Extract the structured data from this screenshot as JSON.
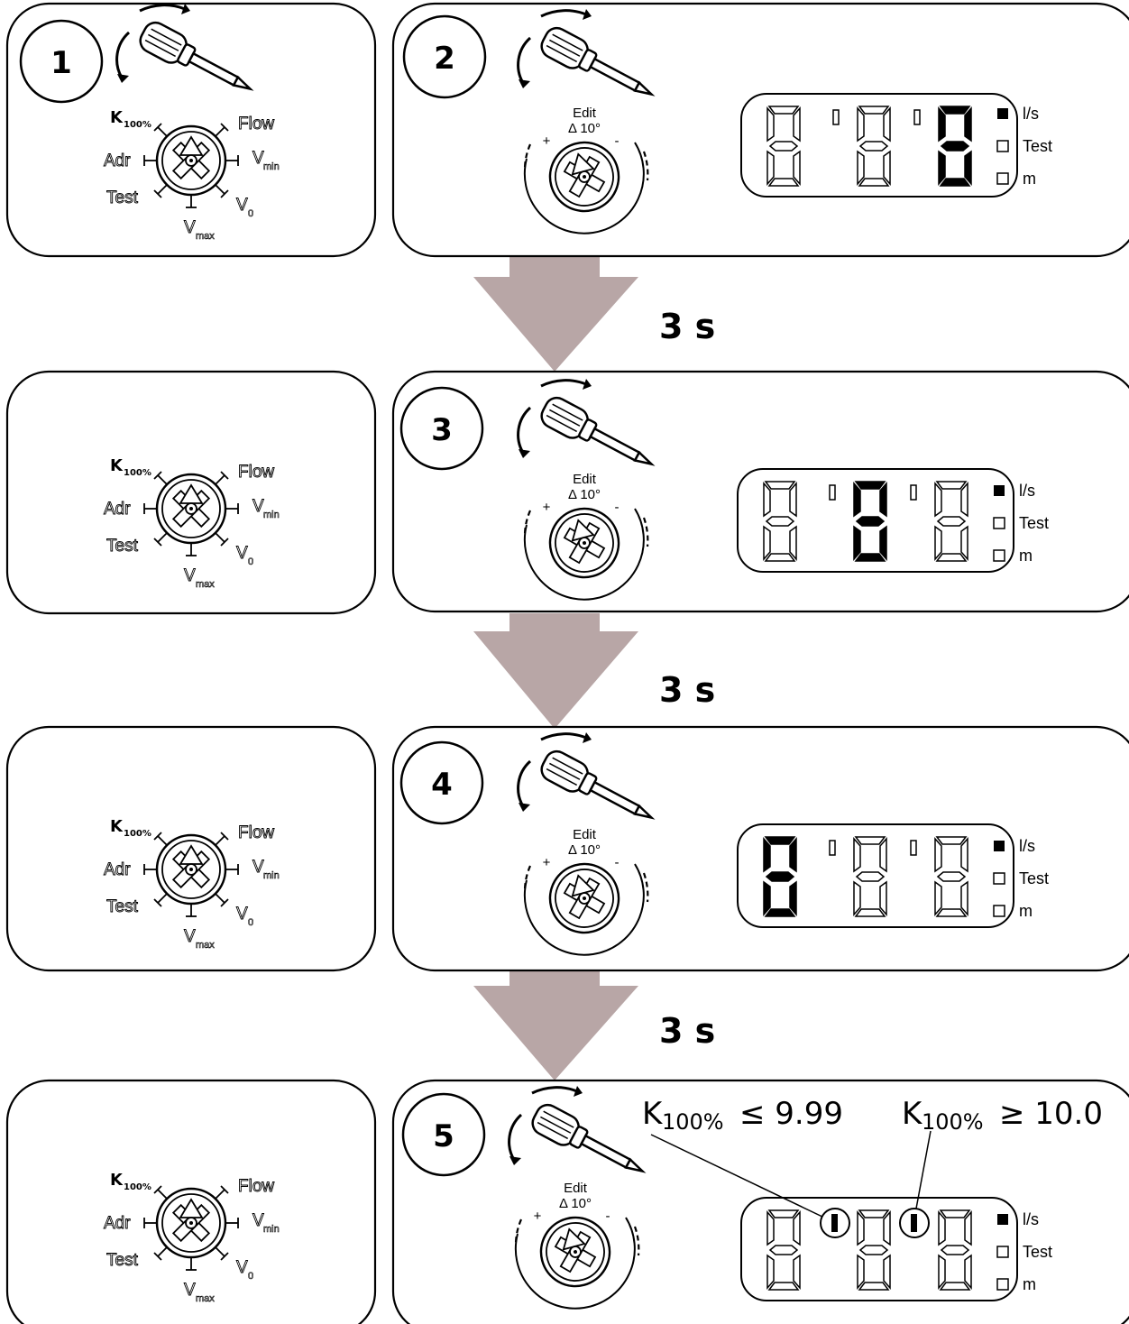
{
  "steps": {
    "s1": "1",
    "s2": "2",
    "s3": "3",
    "s4": "4",
    "s5": "5"
  },
  "delays": [
    "3 s",
    "3 s",
    "3 s"
  ],
  "dial": {
    "k_main": "K",
    "k_sub": "100%",
    "flow": "Flow",
    "adr": "Adr",
    "test": "Test",
    "vmin_main": "V",
    "vmin_sub": "min",
    "v0_main": "V",
    "v0_sub": "0",
    "vmax_main": "V",
    "vmax_sub": "max"
  },
  "edit_knob": {
    "title": "Edit",
    "angle": "Δ 10°",
    "plus": "+",
    "minus": "-"
  },
  "display": {
    "units": [
      "l/s",
      "Test",
      "m"
    ],
    "active_unit": "l/s",
    "active_digit_by_step": {
      "2": 3,
      "3": 2,
      "4": 1
    }
  },
  "k_labels": {
    "left": {
      "main": "K",
      "sub": "100%",
      "rel": "≤ 9.99"
    },
    "right": {
      "main": "K",
      "sub": "100%",
      "rel": "≥ 10.0"
    }
  },
  "colors": {
    "arrow": "#b8a6a6",
    "ink": "#000000",
    "panel": "#ffffff"
  }
}
